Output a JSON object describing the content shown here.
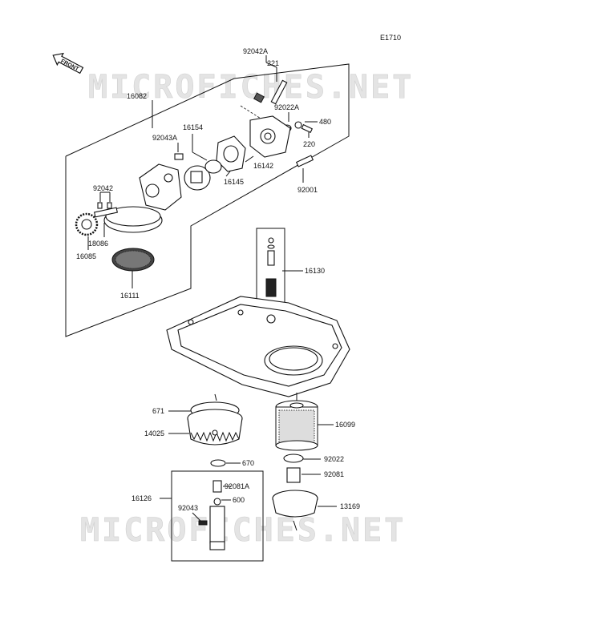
{
  "diagram_code": "E1710",
  "front_label": "FRONT",
  "watermark": "MICROFICHES.NET",
  "parts": {
    "p16082": "16082",
    "p92042A": "92042A",
    "p221": "221",
    "p92022A": "92022A",
    "p480": "480",
    "p220": "220",
    "p16154": "16154",
    "p92043A": "92043A",
    "p16142": "16142",
    "p16145": "16145",
    "p92001": "92001",
    "p92042": "92042",
    "p18086": "18086",
    "p16085": "16085",
    "p16111": "16111",
    "p16130": "16130",
    "p671": "671",
    "p16099": "16099",
    "p14025": "14025",
    "p670": "670",
    "p92022": "92022",
    "p92081": "92081",
    "p16126": "16126",
    "p92081A": "92081A",
    "p600": "600",
    "p92043": "92043",
    "p13169": "13169"
  }
}
